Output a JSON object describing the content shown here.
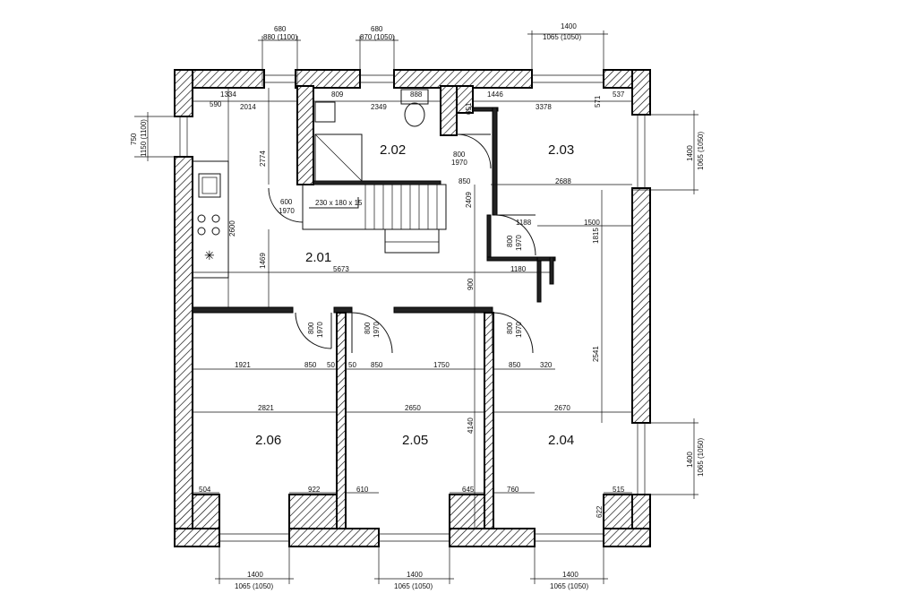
{
  "rooms": {
    "r201": "2.01",
    "r202": "2.02",
    "r203": "2.03",
    "r204": "2.04",
    "r205": "2.05",
    "r206": "2.06"
  },
  "windows": {
    "top_left_width": "680",
    "top_left_height": "880 (1100)",
    "top_mid_width": "680",
    "top_mid_height": "870 (1050)",
    "top_right_width": "1400",
    "top_right_height": "1065 (1050)",
    "left_width": "750",
    "left_height": "1150 (1100)",
    "right_upper_width": "1400",
    "right_upper_height": "1065 (1050)",
    "right_lower_width": "1400",
    "right_lower_height": "1065 (1050)",
    "bottom_left_width": "1400",
    "bottom_left_height": "1065 (1050)",
    "bottom_mid_width": "1400",
    "bottom_mid_height": "1065 (1050)",
    "bottom_right_width": "1400",
    "bottom_right_height": "1065 (1050)"
  },
  "doors": {
    "door_width": "800",
    "door_height": "1970",
    "stair_door_width": "600",
    "stair_door_height": "1970"
  },
  "stair": {
    "spec": "230 x 180 x 15"
  },
  "dims": {
    "d1334": "1334",
    "d590": "590",
    "d2014": "2014",
    "d809": "809",
    "d888": "888",
    "d2349": "2349",
    "d1446": "1446",
    "d537": "537",
    "d651": "651",
    "d3378": "3378",
    "d571": "571",
    "d2774": "2774",
    "d850a": "850",
    "d2688": "2688",
    "d2409": "2409",
    "d1188": "1188",
    "d1500": "1500",
    "d1815": "1815",
    "d2600": "2600",
    "d1469": "1469",
    "d5673": "5673",
    "d1180": "1180",
    "d900": "900",
    "d1921": "1921",
    "d850b": "850",
    "d50a": "50",
    "d50b": "50",
    "d850c": "850",
    "d1750": "1750",
    "d850d": "850",
    "d320": "320",
    "d2541": "2541",
    "d2821": "2821",
    "d2650": "2650",
    "d2670": "2670",
    "d4140": "4140",
    "d504": "504",
    "d922": "922",
    "d610": "610",
    "d645": "645",
    "d760": "760",
    "d515": "515",
    "d622": "622"
  }
}
